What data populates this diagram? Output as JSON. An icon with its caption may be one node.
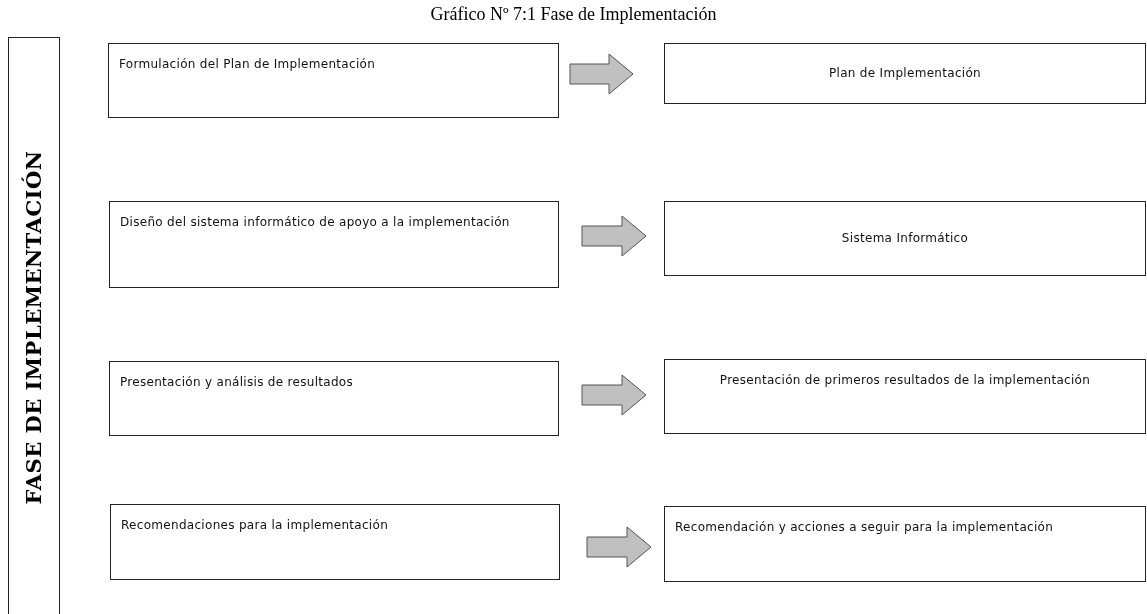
{
  "diagram": {
    "title": "Gráfico Nº 7:1 Fase de Implementación",
    "nodes": [
      {
        "text": [
          "FASE DE IMPLEMENTACIÓN"
        ]
      },
      {
        "text": [
          "Formulación del Plan de Implementación"
        ]
      },
      {
        "text": [
          "Plan de Implementación"
        ]
      },
      {
        "text": [
          "Diseño del sistema informático de apoyo a la implementación"
        ]
      },
      {
        "text": [
          "Sistema Informático"
        ]
      },
      {
        "text": [
          "Presentación y análisis de resultados"
        ]
      },
      {
        "text": [
          "Presentación de primeros resultados de la implementación"
        ]
      },
      {
        "text": [
          "Recomendaciones para la implementación"
        ]
      },
      {
        "text": [
          "Recomendación y acciones a seguir para la implementación"
        ]
      }
    ],
    "edges": [
      {
        "from": 1,
        "to": 2,
        "arrow": "to"
      },
      {
        "from": 3,
        "to": 4,
        "arrow": "to"
      },
      {
        "from": 5,
        "to": 6,
        "arrow": "to"
      },
      {
        "from": 7,
        "to": 8,
        "arrow": "to"
      }
    ]
  }
}
